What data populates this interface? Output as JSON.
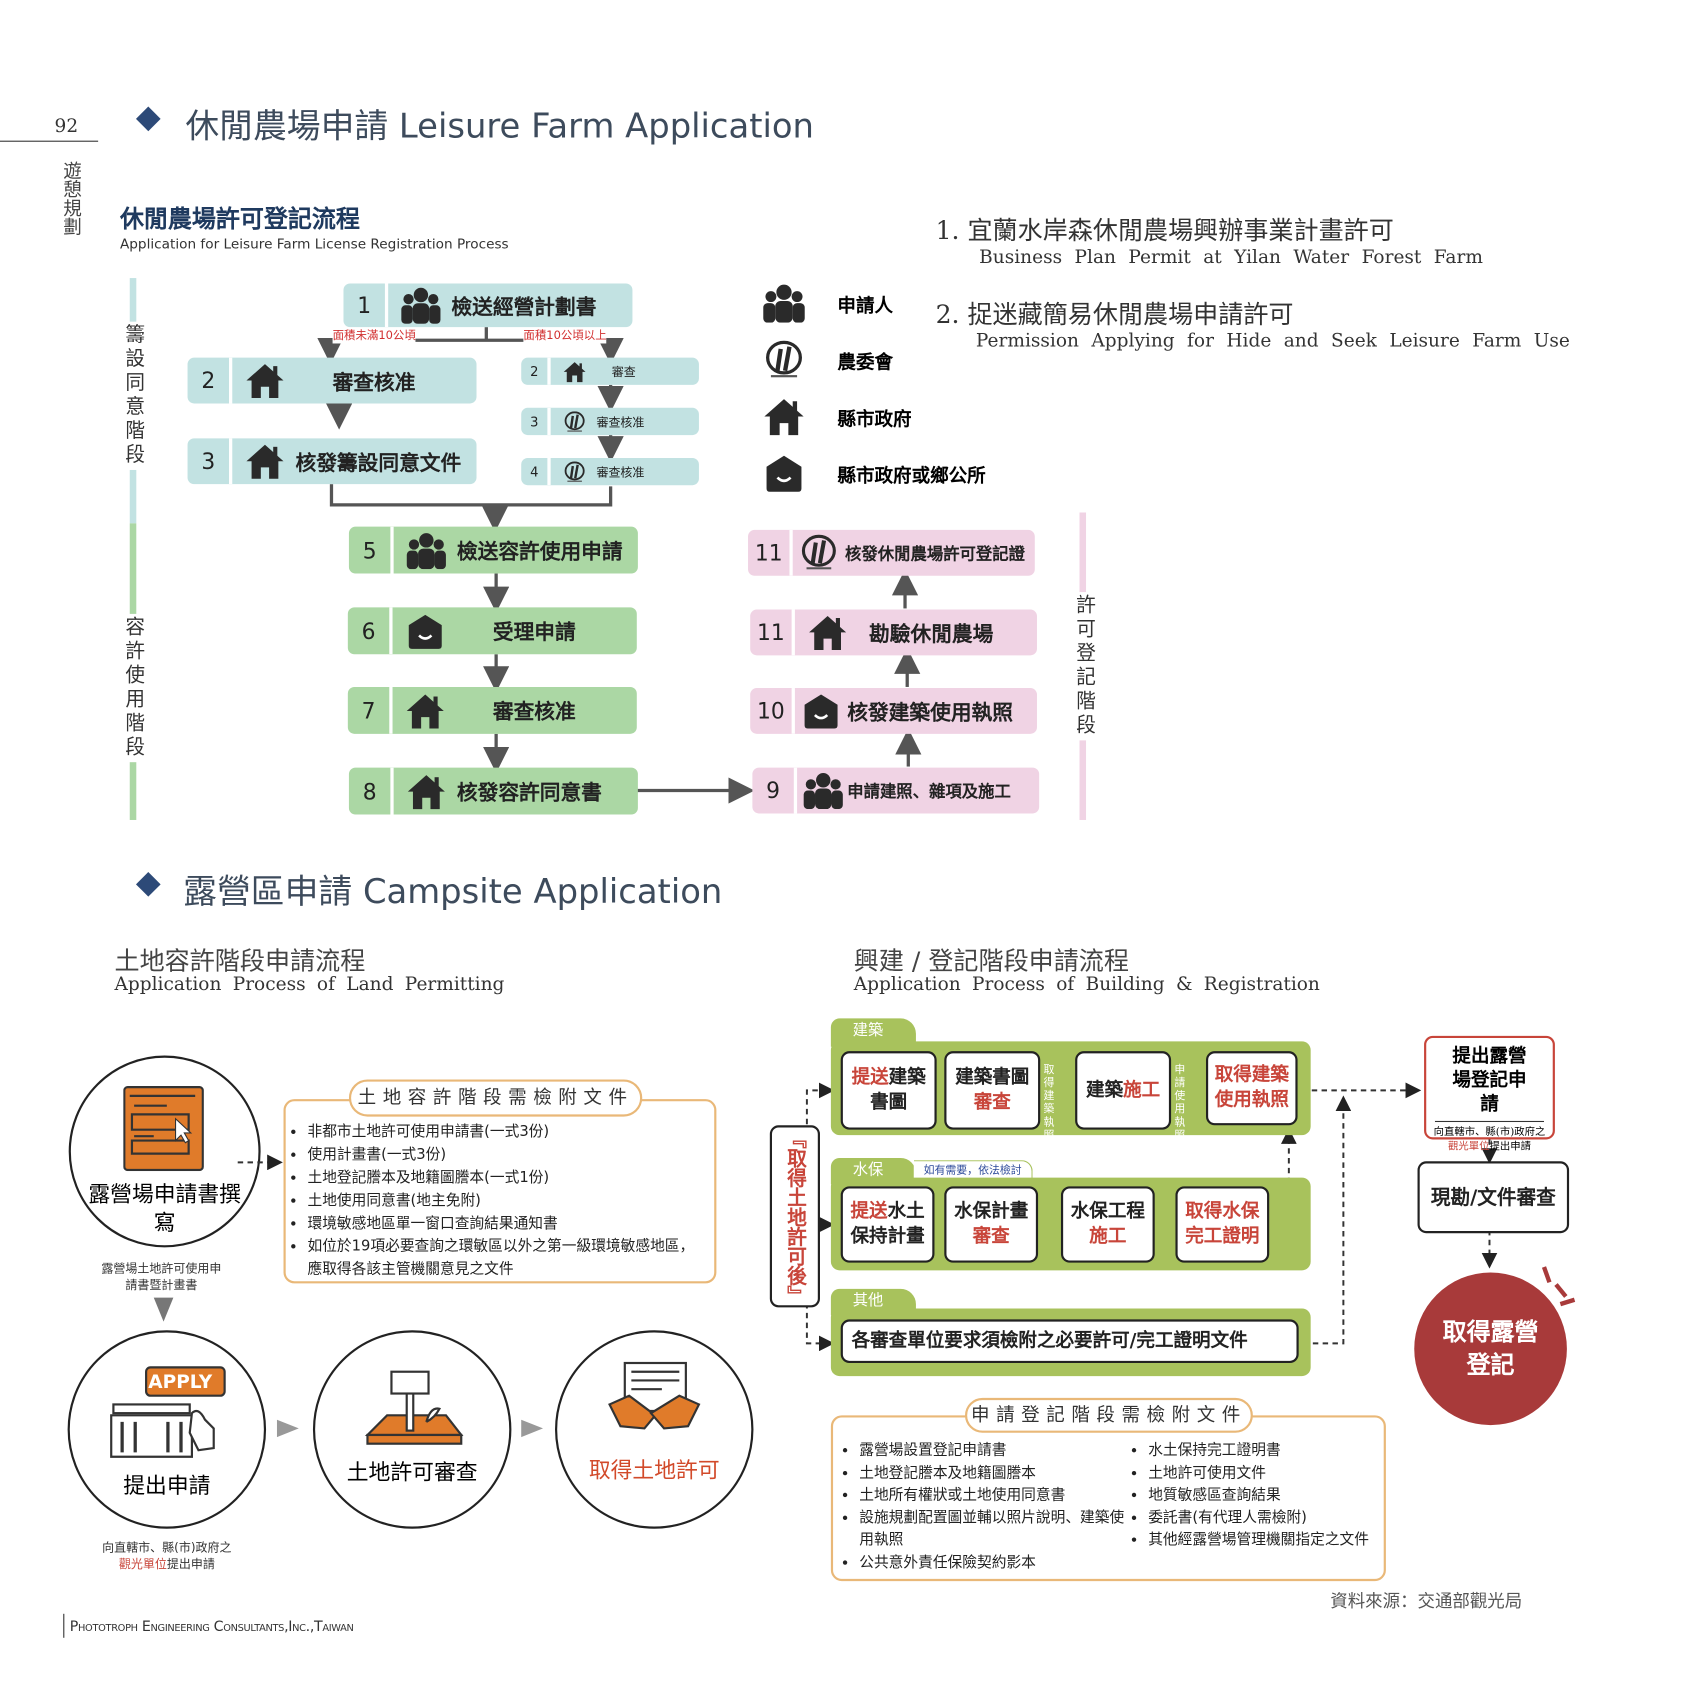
{
  "page": {
    "number": "92",
    "side_label": "遊憩規劃",
    "footer": "Phototroph Engineering Consultants,Inc.,Taiwan",
    "source": "資料來源：交通部觀光局"
  },
  "leisure": {
    "title": "休閒農場申請 Leisure Farm Application",
    "flow_title": "休閒農場許可登記流程",
    "flow_subtitle": "Application for Leisure Farm License Registration Process",
    "phases": [
      "籌設同意階段",
      "容許使用階段",
      "許可登記階段"
    ],
    "branch_labels": [
      "面積未滿10公頃",
      "面積10公頃以上"
    ],
    "steps": {
      "s1": {
        "num": "1",
        "label": "檢送經營計劃書",
        "icon": "people-icon"
      },
      "s2": {
        "num": "2",
        "label": "審查核准",
        "icon": "house-icon"
      },
      "s3": {
        "num": "3",
        "label": "核發籌設同意文件",
        "icon": "house-icon"
      },
      "b2": {
        "num": "2",
        "label": "審查",
        "icon": "house-icon"
      },
      "b3": {
        "num": "3",
        "label": "審查核准",
        "icon": "coa-logo-icon"
      },
      "b4": {
        "num": "4",
        "label": "審查核准",
        "icon": "coa-logo-icon"
      },
      "s5": {
        "num": "5",
        "label": "檢送容許使用申請",
        "icon": "people-icon"
      },
      "s6": {
        "num": "6",
        "label": "受理申請",
        "icon": "town-office-icon"
      },
      "s7": {
        "num": "7",
        "label": "審查核准",
        "icon": "house-icon"
      },
      "s8": {
        "num": "8",
        "label": "核發容許同意書",
        "icon": "house-icon"
      },
      "s9": {
        "num": "9",
        "label": "申請建照、雜項及施工",
        "icon": "people-icon"
      },
      "s10": {
        "num": "10",
        "label": "核發建築使用執照",
        "icon": "town-office-icon"
      },
      "s11a": {
        "num": "11",
        "label": "勘驗休閒農場",
        "icon": "house-icon"
      },
      "s11b": {
        "num": "11",
        "label": "核發休閒農場許可登記證",
        "icon": "coa-logo-icon"
      }
    },
    "legend": [
      {
        "icon": "people-icon",
        "label": "申請人"
      },
      {
        "icon": "coa-logo-icon",
        "label": "農委會"
      },
      {
        "icon": "house-icon",
        "label": "縣市政府"
      },
      {
        "icon": "town-office-icon",
        "label": "縣市政府或鄉公所"
      }
    ],
    "permits": [
      {
        "title": "1. 宜蘭水岸森休閒農場興辦事業計畫許可",
        "en": "Business Plan Permit at Yilan Water Forest Farm"
      },
      {
        "title": "2. 捉迷藏簡易休閒農場申請許可",
        "en": "Permission Applying for Hide and Seek Leisure Farm Use"
      }
    ]
  },
  "campsite": {
    "title": "露營區申請 Campsite Application",
    "land": {
      "title": "土地容許階段申請流程",
      "en": "Application Process of Land Permitting",
      "write": "露營場申請書撰寫",
      "write_note": "露營場土地許可使用申請書暨計畫書",
      "apply_badge": "APPLY",
      "submit": "提出申請",
      "submit_note_1": "向直轄市、縣(市)政府之",
      "submit_note_red": "觀光單位",
      "submit_note_2": "提出申請",
      "review": "土地許可審查",
      "obtain": "取得土地許可",
      "docs_title": "土地容許階段需檢附文件",
      "docs": [
        "非都市土地許可使用申請書(一式3份)",
        "使用計畫書(一式3份)",
        "土地登記謄本及地籍圖謄本(一式1份)",
        "土地使用同意書(地主免附)",
        "環境敏感地區單一窗口查詢結果通知書",
        "如位於19項必要查詢之環敏區以外之第一級環境敏感地區，應取得各該主管機關意見之文件"
      ]
    },
    "build": {
      "title": "興建 / 登記階段申請流程",
      "en": "Application Process of Building & Registration",
      "after_land": "『取得土地許可後』",
      "tabs": {
        "building": "建築",
        "water": "水保",
        "other": "其他"
      },
      "water_note": "如有需要，依法檢討",
      "b1": [
        "提送",
        "建築書圖"
      ],
      "b2": [
        "建築書圖",
        "審查"
      ],
      "b3": [
        "建築",
        "施工"
      ],
      "b4": [
        "取得建築使用執照"
      ],
      "mid1": "取得建築執照",
      "mid2": "申請使用執照",
      "w1": [
        "提送",
        "水土保持計畫"
      ],
      "w2": [
        "水保計畫",
        "審查"
      ],
      "w3": [
        "水保工程",
        "施工"
      ],
      "w4": [
        "取得水保完工證明"
      ],
      "other_box": "各審查單位要求須檢附之必要許可/完工證明文件",
      "reg_title": "提出露營場登記申請",
      "reg_note_1": "向直轄市、縣(市)政府之",
      "reg_note_red": "觀光單位",
      "reg_note_2": "提出申請",
      "inspect": "現勘/文件審查",
      "final": "取得露營登記",
      "docs_title": "申請登記階段需檢附文件",
      "docs_left": [
        "露營場設置登記申請書",
        "土地登記謄本及地籍圖謄本",
        "土地所有權狀或土地使用同意書",
        "設施規劃配置圖並輔以照片說明、建築使用執照",
        "公共意外責任保險契約影本"
      ],
      "docs_right": [
        "水土保持完工證明書",
        "土地許可使用文件",
        "地質敏感區查詢結果",
        "委託書(有代理人需檢附)",
        "其他經露營場管理機關指定之文件"
      ]
    }
  },
  "colors": {
    "teal": "#c2e2e2",
    "green": "#abd7a4",
    "pink": "#f0d3e4",
    "olive": "#a8c25c",
    "accent_red": "#c8453a",
    "final_red": "#a83a3a",
    "orange": "#e07b2a",
    "navy": "#2d4a78"
  }
}
